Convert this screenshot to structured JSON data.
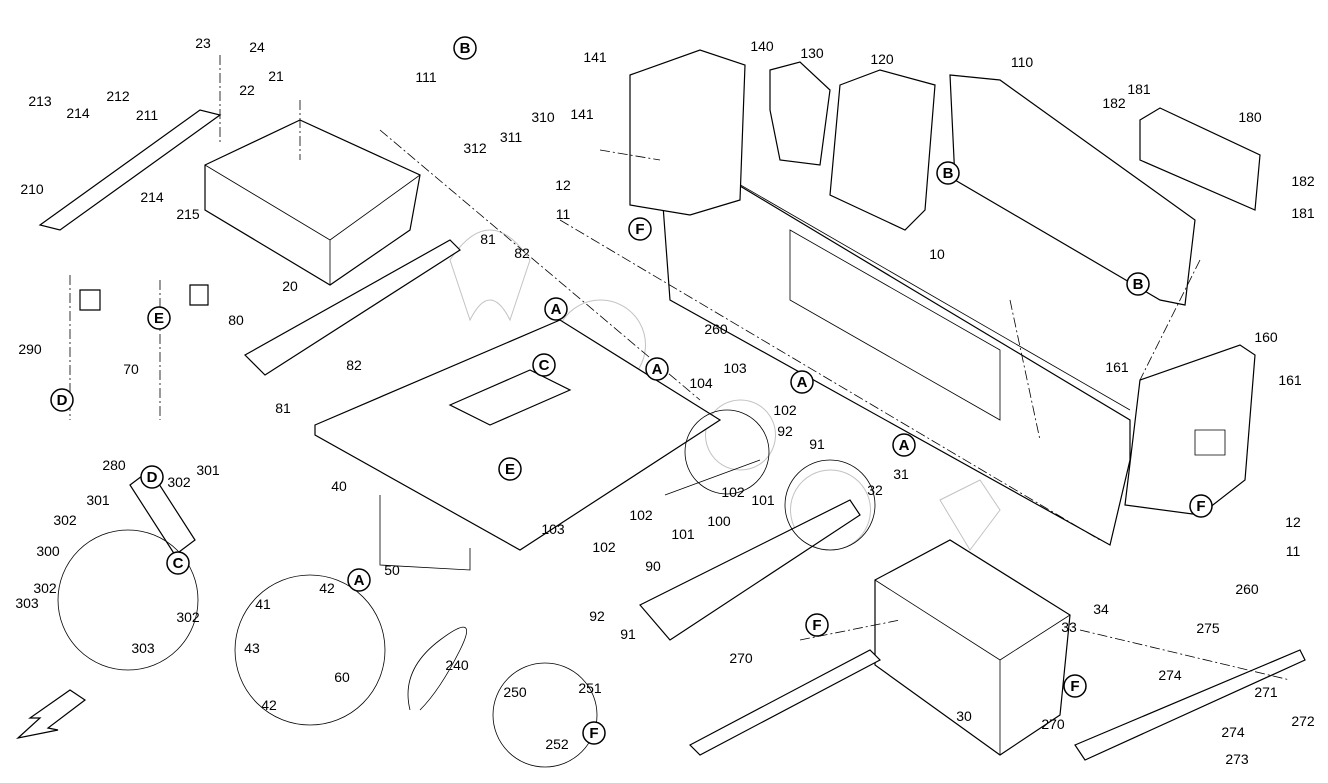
{
  "diagram": {
    "part_labels": [
      "23",
      "24",
      "212",
      "213",
      "214",
      "211",
      "22",
      "21",
      "111",
      "141",
      "140",
      "130",
      "120",
      "110",
      "181",
      "182",
      "180",
      "141",
      "310",
      "311",
      "312",
      "12",
      "11",
      "182",
      "181",
      "210",
      "214",
      "215",
      "20",
      "81",
      "82",
      "10",
      "290",
      "80",
      "70",
      "260",
      "82",
      "81",
      "103",
      "104",
      "102",
      "160",
      "161",
      "161",
      "92",
      "91",
      "40",
      "102",
      "101",
      "102",
      "101",
      "100",
      "32",
      "31",
      "280",
      "302",
      "301",
      "301",
      "302",
      "300",
      "302",
      "302",
      "303",
      "303",
      "103",
      "102",
      "50",
      "42",
      "41",
      "43",
      "42",
      "60",
      "240",
      "92",
      "91",
      "90",
      "12",
      "11",
      "260",
      "33",
      "34",
      "270",
      "30",
      "275",
      "274",
      "271",
      "272",
      "270",
      "274",
      "273",
      "250",
      "251",
      "252"
    ],
    "callouts": [
      "B",
      "F",
      "B",
      "B",
      "E",
      "D",
      "A",
      "C",
      "A",
      "A",
      "A",
      "E",
      "F",
      "D",
      "C",
      "A",
      "F",
      "F",
      "F"
    ],
    "direction_arrow": "front-arrow-icon"
  }
}
